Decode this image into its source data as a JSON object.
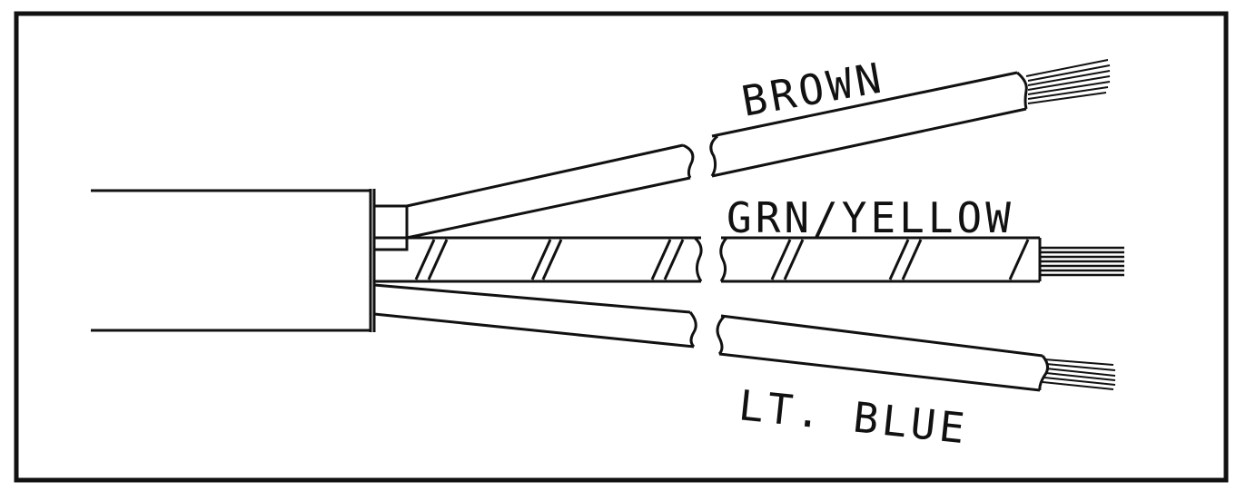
{
  "labels": {
    "brown": "BROWN",
    "green_yellow": "GRN/YELLOW",
    "light_blue": "LT. BLUE"
  },
  "colors": {
    "ink": "#111111",
    "paper": "#ffffff"
  }
}
